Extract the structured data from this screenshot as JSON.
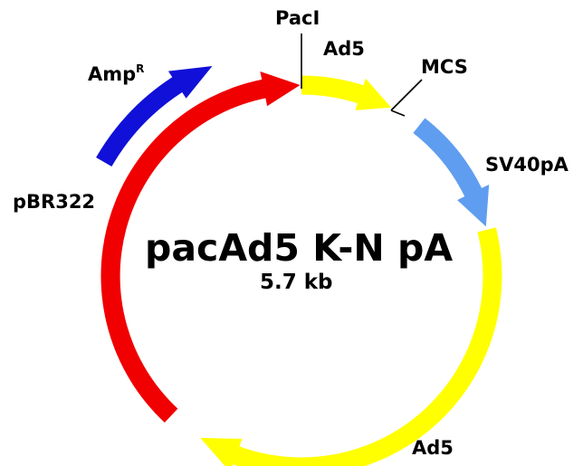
{
  "plasmid": {
    "name": "pacAd5 K-N pA",
    "size": "5.7 kb"
  },
  "features": {
    "ampr": {
      "label": "Amp",
      "superscript": "R",
      "color": "#1010d8"
    },
    "pbr322": {
      "label": "pBR322",
      "color": "#f00000"
    },
    "ad5_top": {
      "label": "Ad5",
      "color": "#ffff00"
    },
    "ad5_bottom": {
      "label": "Ad5",
      "color": "#ffff00"
    },
    "sv40pa": {
      "label": "SV40pA",
      "color": "#5f9df0"
    }
  },
  "sites": {
    "paci": {
      "label": "PacI"
    },
    "mcs": {
      "label": "MCS"
    }
  }
}
